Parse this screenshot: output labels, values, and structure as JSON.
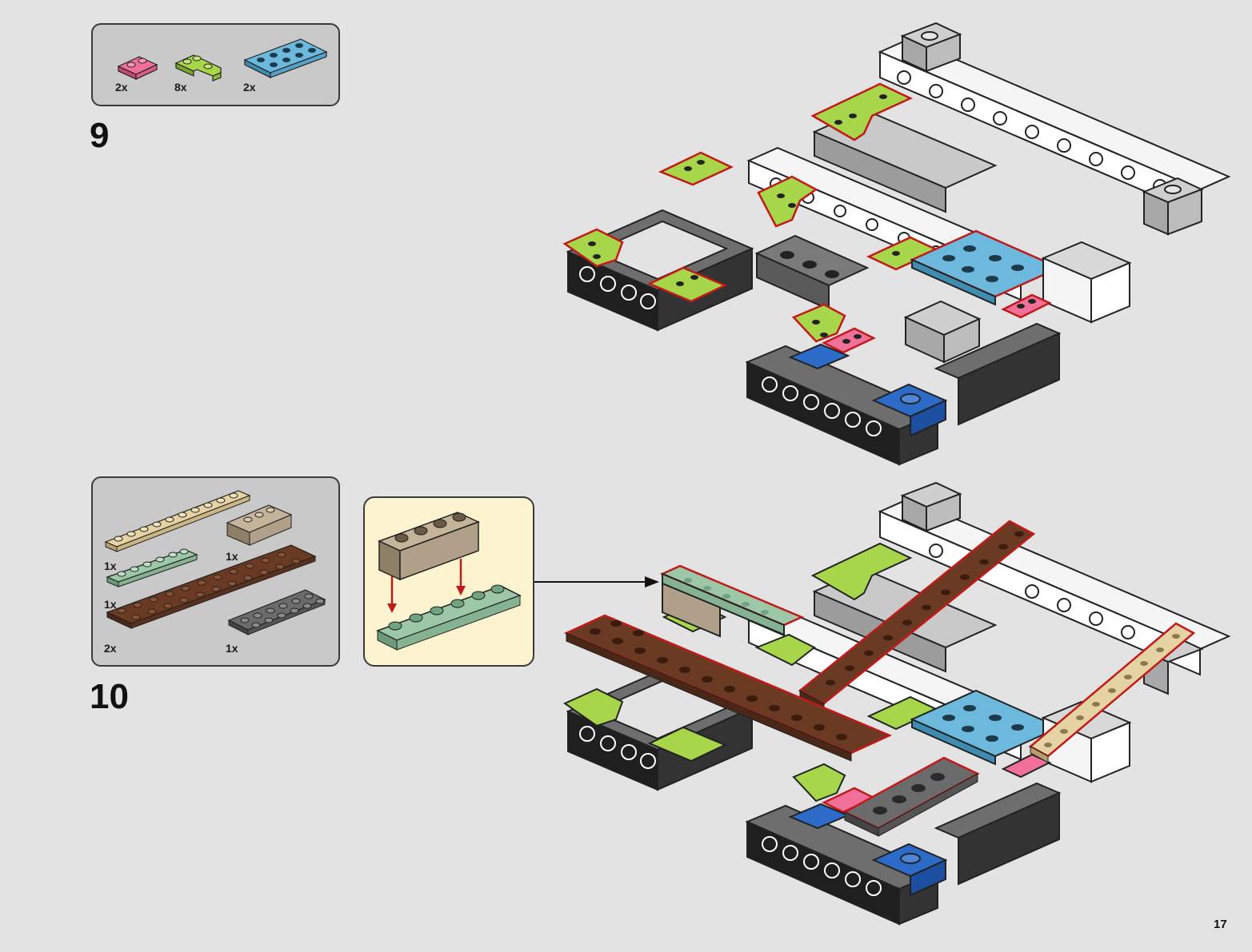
{
  "step9": {
    "number": "9",
    "parts": [
      {
        "name": "pink plate 1x2",
        "qty": "2x",
        "color": "#f0709a"
      },
      {
        "name": "lime corner plate",
        "qty": "8x",
        "color": "#a8d64a"
      },
      {
        "name": "medium blue plate 2x4",
        "qty": "2x",
        "color": "#6cb9dd"
      }
    ]
  },
  "step10": {
    "number": "10",
    "parts": [
      {
        "name": "tan plate 1x10",
        "qty": "1x",
        "color": "#e6d3a3"
      },
      {
        "name": "dark tan brick 1x4",
        "qty": "1x",
        "color": "#b0a08a"
      },
      {
        "name": "sand green plate 1x6",
        "qty": "1x",
        "color": "#9cc8a8"
      },
      {
        "name": "reddish brown plate 2x16",
        "qty": "2x",
        "color": "#6a3a22"
      },
      {
        "name": "dark grey plate 2x6",
        "qty": "1x",
        "color": "#6b6b6b"
      }
    ]
  },
  "page_number": "17"
}
